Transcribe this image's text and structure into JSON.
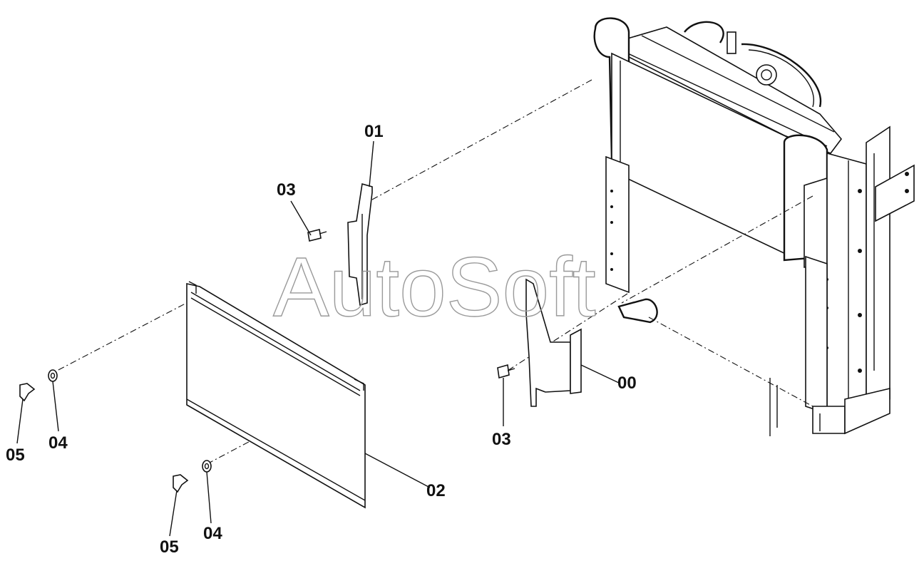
{
  "watermark": "AutoSoft",
  "callouts": {
    "c00": "00",
    "c01": "01",
    "c02": "02",
    "c03_upper": "03",
    "c03_lower": "03",
    "c04_left": "04",
    "c04_bottom": "04",
    "c05_left": "05",
    "c05_bottom": "05"
  }
}
